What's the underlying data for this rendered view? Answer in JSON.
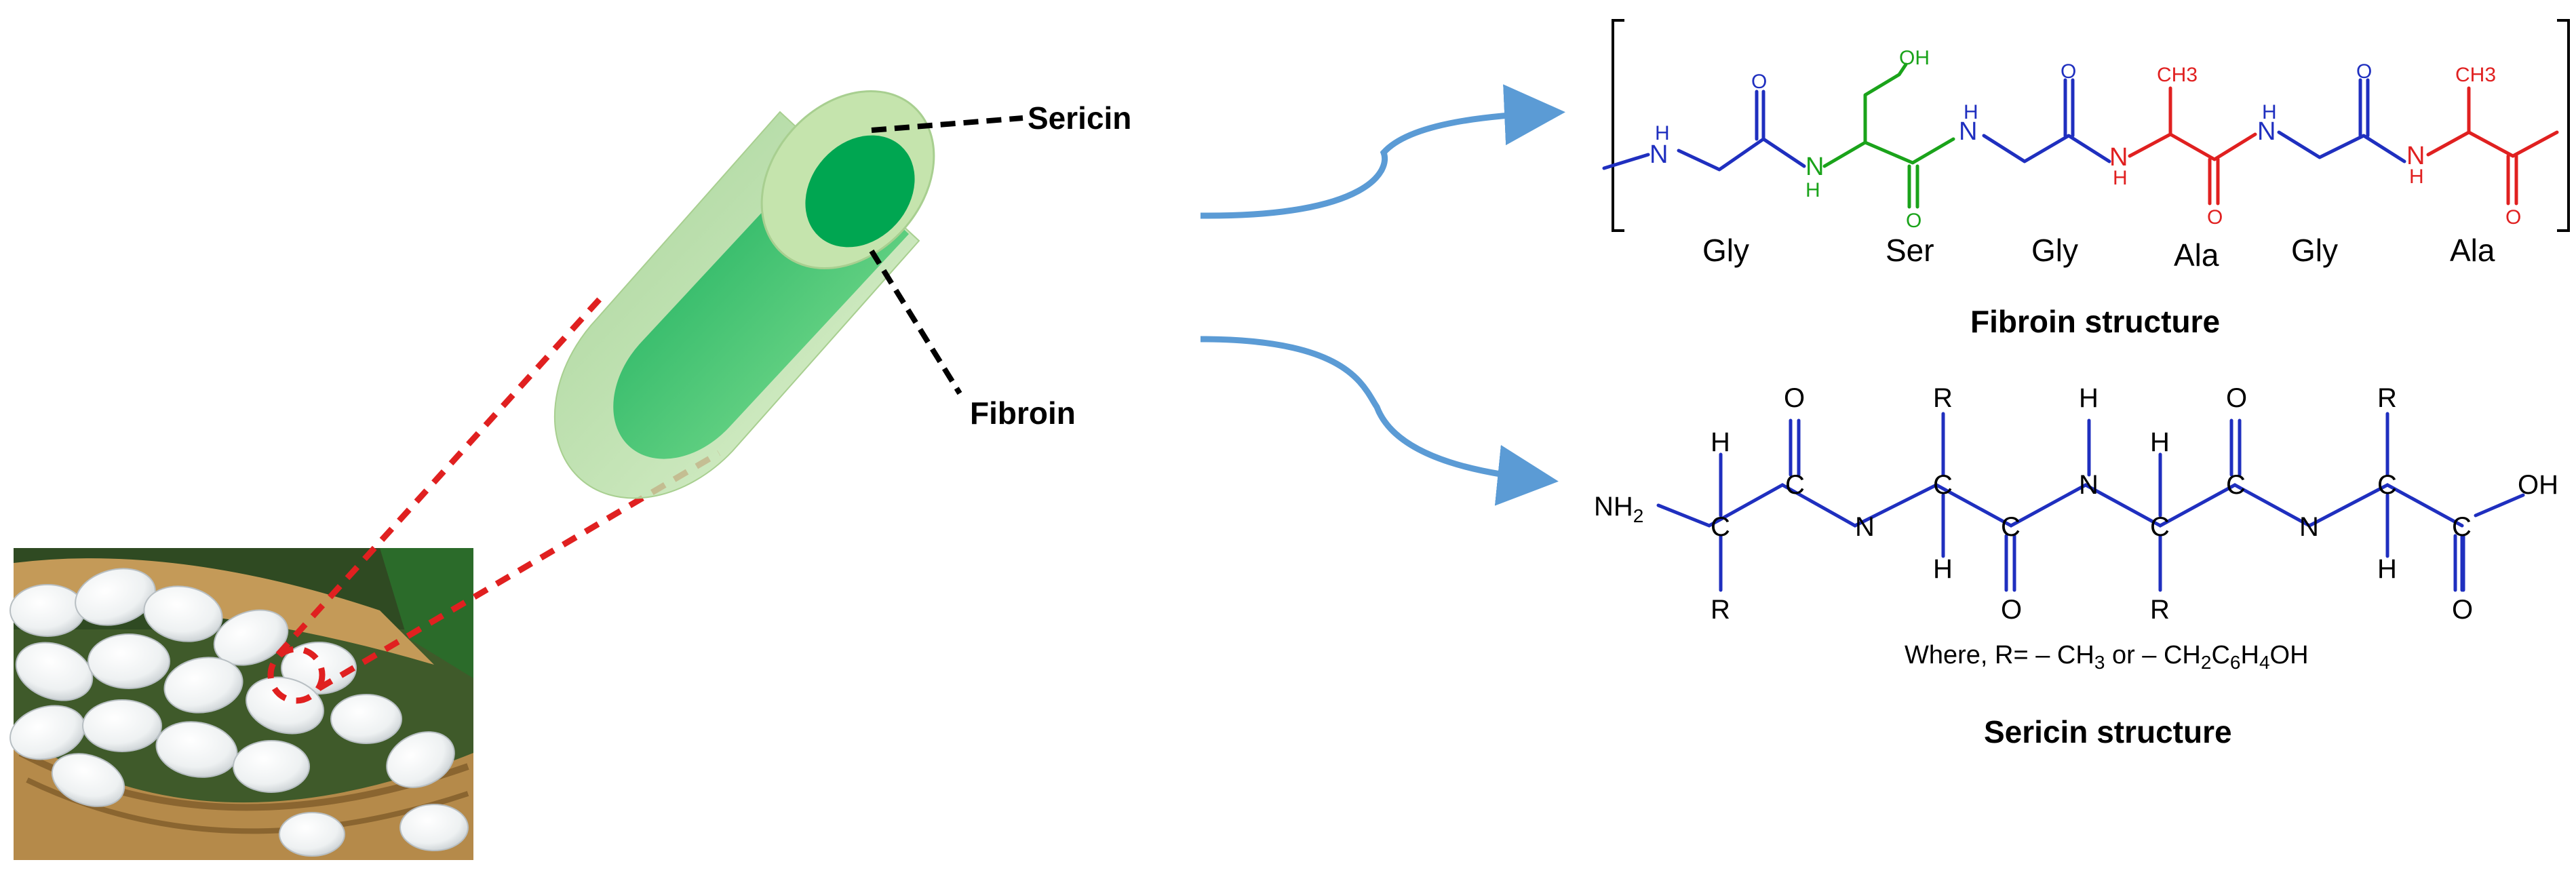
{
  "diagram": {
    "fiber_labels": {
      "outer": "Sericin",
      "inner": "Fibroin"
    },
    "fibroin": {
      "caption": "Fibroin structure",
      "residues": [
        "Gly",
        "Ser",
        "Gly",
        "Ala",
        "Gly",
        "Ala"
      ],
      "atoms": {
        "nh1": "N—H",
        "n": "N",
        "h": "H",
        "o": "O",
        "oh": "OH",
        "ch3": "CH3"
      },
      "colors": {
        "gly": "#1f2fbf",
        "ser": "#1aa31a",
        "ala": "#e02020",
        "bracket": "#000000"
      }
    },
    "sericin": {
      "caption": "Sericin structure",
      "nh2": "NH2",
      "cooh_oh": "OH",
      "atoms": {
        "c": "C",
        "n": "N",
        "h": "H",
        "o": "O",
        "r": "R"
      },
      "where_text": "Where, R=  – CH3 or  – CH2C6H4OH",
      "bond_color": "#1f2fbf"
    },
    "colors": {
      "zoom_lines": "#e02020",
      "arrows": "#5b9bd5",
      "fiber_outer": "#b6dc9c",
      "fiber_inner": "#00a651"
    },
    "photo_subject": "silkworm-cocoons-basket"
  }
}
